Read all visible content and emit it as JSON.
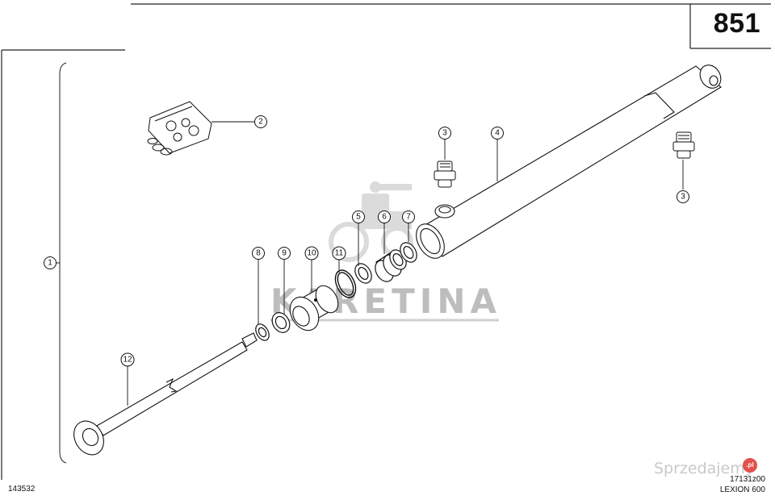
{
  "header": {
    "page_number": "851"
  },
  "footer": {
    "drawing_number": "143532",
    "model_ref": "17131z00",
    "model_name": "LEXION 600"
  },
  "watermarks": {
    "main": "KARETINA",
    "site": "Sprzedajemy",
    "site_badge": ".pl"
  },
  "callouts": [
    {
      "id": "c1",
      "label": "1"
    },
    {
      "id": "c2",
      "label": "2"
    },
    {
      "id": "c3a",
      "label": "3"
    },
    {
      "id": "c3b",
      "label": "3"
    },
    {
      "id": "c4",
      "label": "4"
    },
    {
      "id": "c5",
      "label": "5"
    },
    {
      "id": "c6",
      "label": "6"
    },
    {
      "id": "c7",
      "label": "7"
    },
    {
      "id": "c8",
      "label": "8"
    },
    {
      "id": "c9",
      "label": "9"
    },
    {
      "id": "c10",
      "label": "10"
    },
    {
      "id": "c11",
      "label": "11"
    },
    {
      "id": "c12",
      "label": "12"
    }
  ]
}
